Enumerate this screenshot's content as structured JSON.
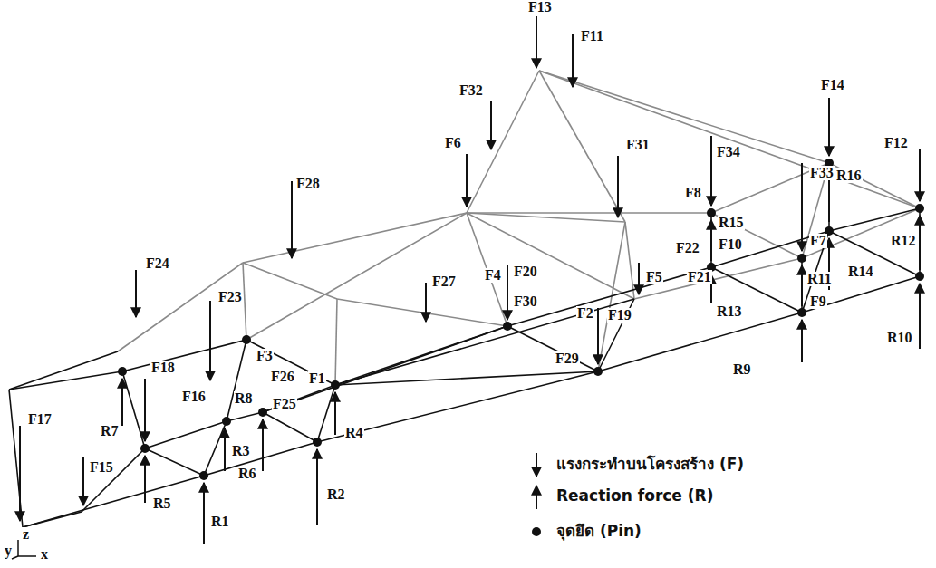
{
  "diagram": {
    "labels": [
      "F13",
      "F11",
      "F32",
      "F6",
      "F31",
      "F14",
      "F12",
      "F34",
      "F8",
      "R15",
      "F33",
      "R16",
      "F22",
      "F10",
      "F7",
      "R11",
      "R14",
      "R12",
      "F21",
      "F9",
      "R13",
      "R9",
      "R10",
      "F28",
      "F27",
      "F4",
      "F20",
      "F30",
      "F5",
      "F2",
      "F19",
      "F29",
      "F24",
      "F23",
      "F18",
      "R7",
      "F17",
      "F15",
      "R5",
      "R1",
      "R3",
      "F16",
      "R8",
      "F3",
      "F26",
      "F1",
      "F25",
      "R6",
      "R2",
      "R4",
      "y",
      "z",
      "x"
    ],
    "legend": [
      {
        "text": "แรงกระทำบนโครงสร้าง (F)"
      },
      {
        "text": "Reaction force (R)"
      },
      {
        "text": "จุดยึด (Pin)"
      }
    ]
  }
}
